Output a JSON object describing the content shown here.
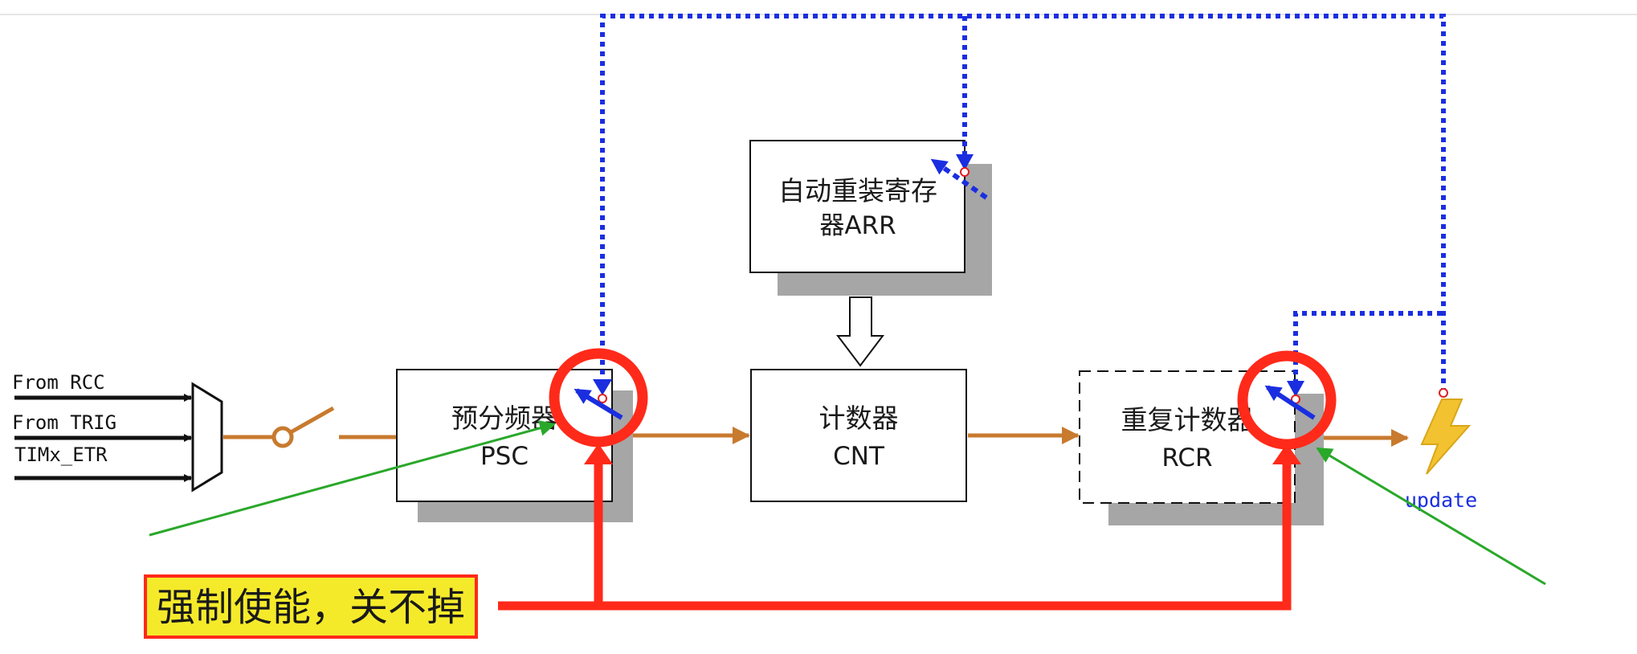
{
  "inputs": {
    "rcc": "From RCC",
    "trig": "From TRIG",
    "etr": "TIMx_ETR"
  },
  "blocks": {
    "psc": {
      "title": "预分频器",
      "code": "PSC"
    },
    "arr": {
      "line1": "自动重装寄存",
      "line2": "器ARR"
    },
    "cnt": {
      "title": "计数器",
      "code": "CNT"
    },
    "rcr": {
      "title": "重复计数器",
      "code": "RCR"
    }
  },
  "update_label": "update",
  "annotation": {
    "text": "强制使能，关不掉"
  },
  "colors": {
    "signal_path": "#c87a2e",
    "update_bus": "#1a2ee0",
    "annotation_red": "#ff2a1a",
    "highlight_yellow": "#f5ea2a",
    "pointer_green": "#2aa82a",
    "shadow": "#a6a6a6",
    "lightning": "#f2c230"
  }
}
